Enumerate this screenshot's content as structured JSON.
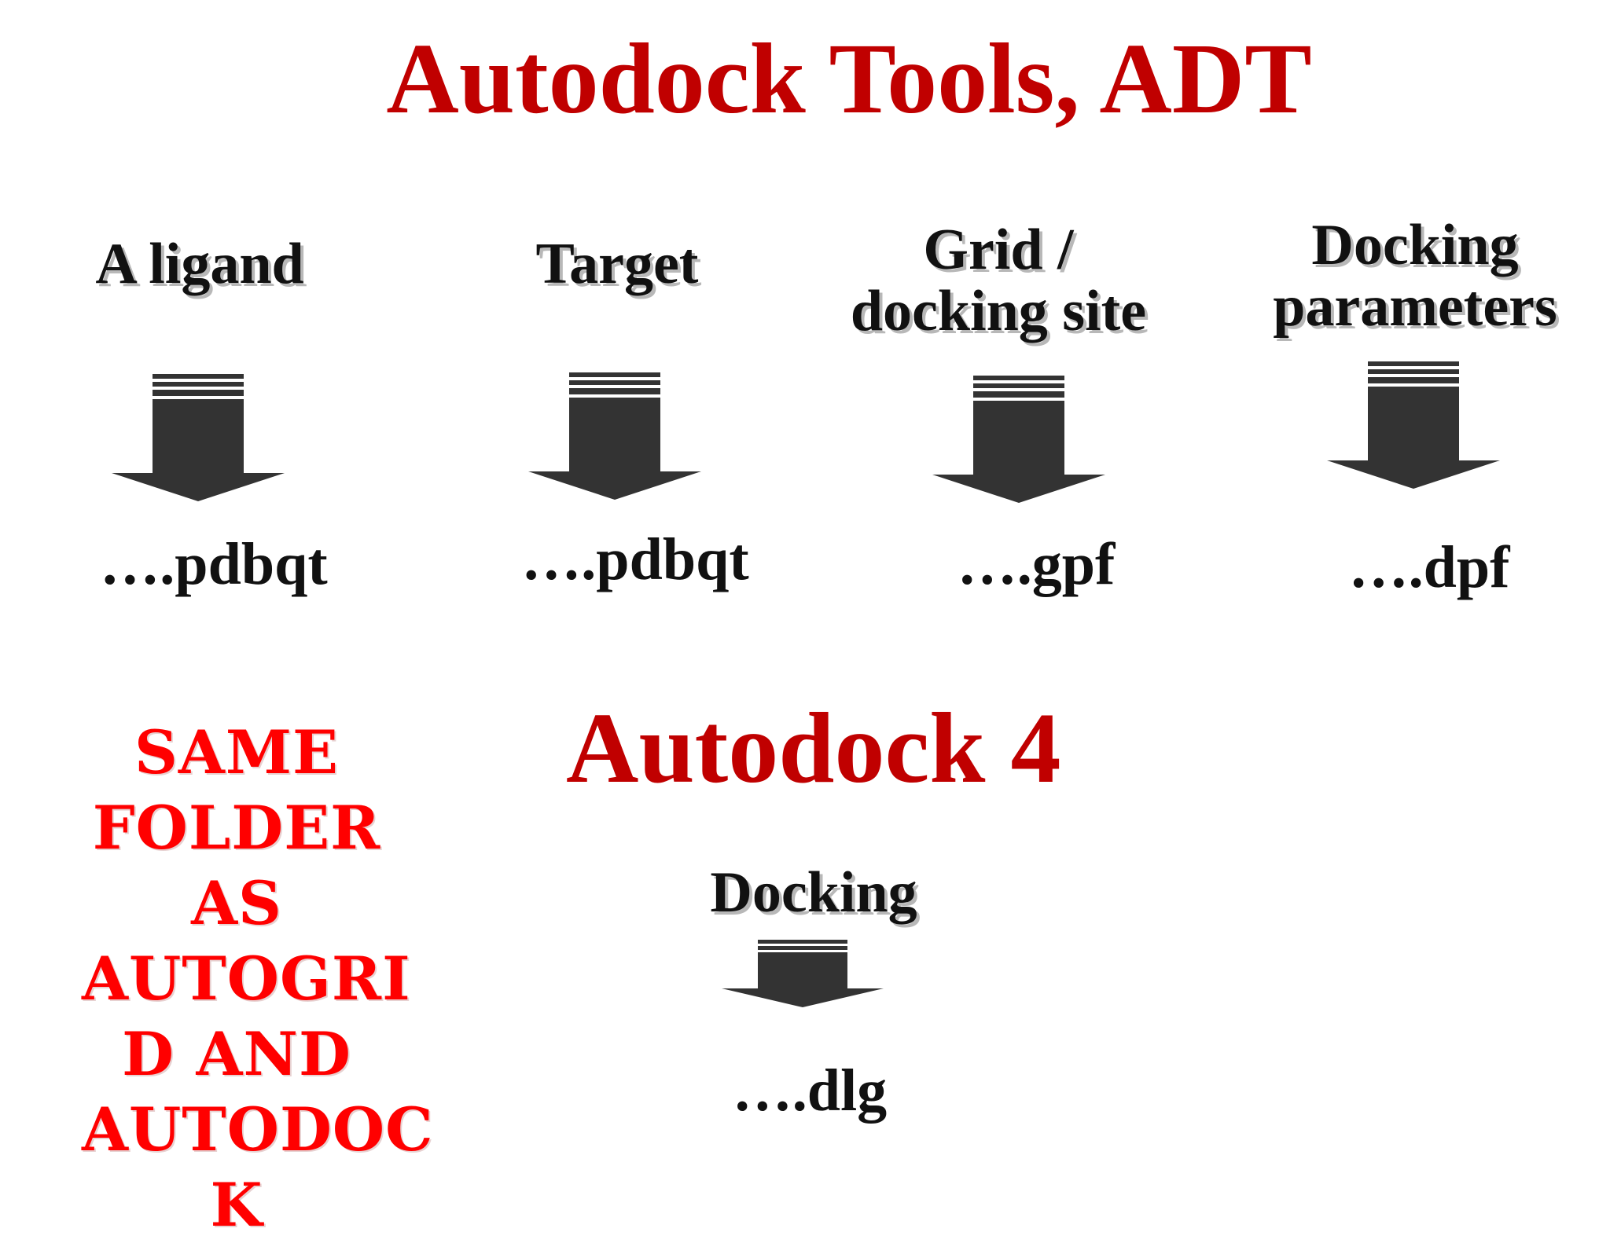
{
  "slide": {
    "title": "Autodock Tools, ADT",
    "columns": [
      {
        "label": "A ligand",
        "arrow_icon": "down-arrow-icon",
        "output": "….pdbqt"
      },
      {
        "label": "Target",
        "arrow_icon": "down-arrow-icon",
        "output": "….pdbqt"
      },
      {
        "label_lines": [
          "Grid /",
          "docking site"
        ],
        "arrow_icon": "down-arrow-icon",
        "output": "….gpf"
      },
      {
        "label_lines": [
          "Docking",
          "parameters"
        ],
        "arrow_icon": "down-arrow-icon",
        "output": "….dpf"
      }
    ],
    "note_lines": [
      "Same",
      "Folder",
      "as",
      "AutoGri",
      "d and",
      "Autodoc",
      "k"
    ],
    "subtitle": "Autodock 4",
    "docking_step": {
      "label": "Docking",
      "arrow_icon": "down-arrow-icon",
      "output": "….dlg"
    },
    "colors": {
      "title": "#c00000",
      "note": "#ff0000",
      "text": "#111111",
      "arrow": "#333333"
    }
  }
}
